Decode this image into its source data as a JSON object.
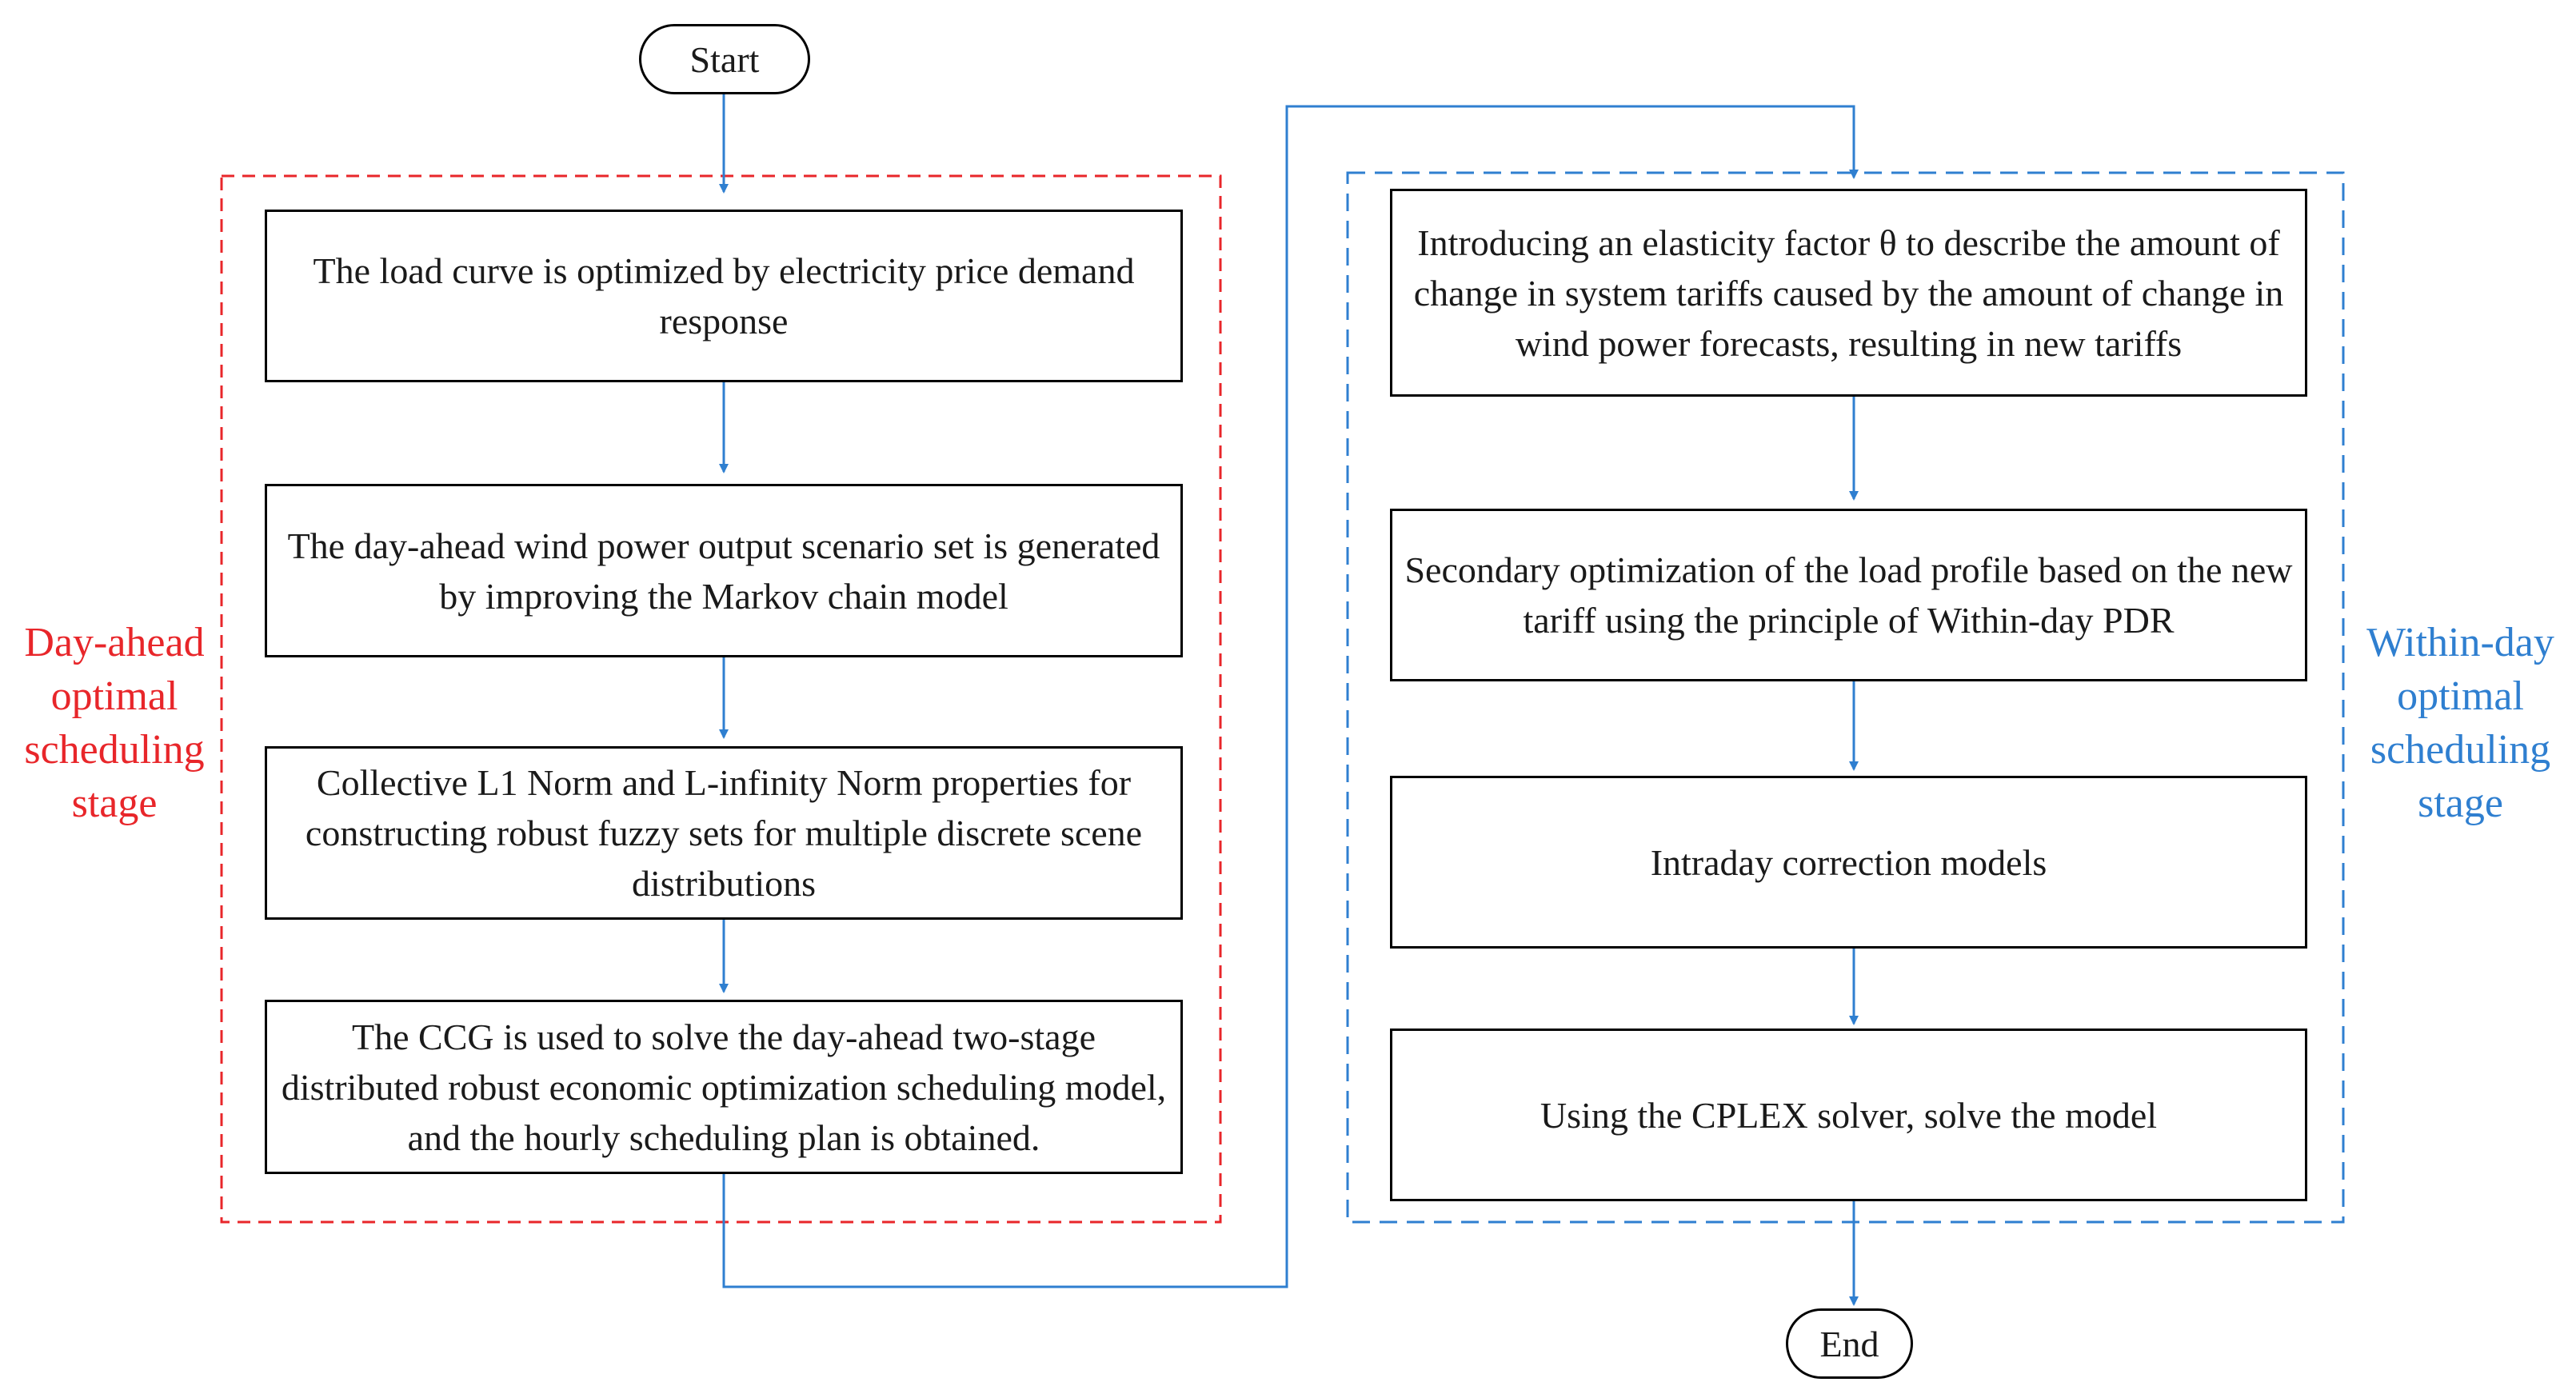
{
  "colors": {
    "day_ahead": "#e8262a",
    "within_day": "#2f7fd0",
    "connector": "#2f7fd0",
    "box_border": "#000000",
    "text": "#1a1a1a"
  },
  "start": {
    "label": "Start"
  },
  "end": {
    "label": "End"
  },
  "day_ahead_stage": {
    "label": "Day-ahead\noptimal\nscheduling\nstage",
    "steps": [
      {
        "text": "The load curve is optimized by electricity price demand response"
      },
      {
        "text": "The day-ahead wind power output scenario set is generated by improving the Markov chain model"
      },
      {
        "text": "Collective L1 Norm and L-infinity Norm properties for constructing robust fuzzy sets for multiple discrete scene distributions"
      },
      {
        "text": "The CCG is used to solve the day-ahead two-stage distributed robust economic optimization scheduling model, and the hourly scheduling plan is obtained."
      }
    ]
  },
  "within_day_stage": {
    "label": "Within-day\noptimal\nscheduling\nstage",
    "steps": [
      {
        "text": "Introducing an elasticity factor θ  to describe the amount of change in system tariffs caused by the amount of change in wind power forecasts, resulting in new tariffs"
      },
      {
        "text": "Secondary optimization of the load profile based on the new tariff using the principle of Within-day PDR"
      },
      {
        "text": "Intraday correction models"
      },
      {
        "text": "Using the CPLEX solver, solve the model"
      }
    ]
  }
}
